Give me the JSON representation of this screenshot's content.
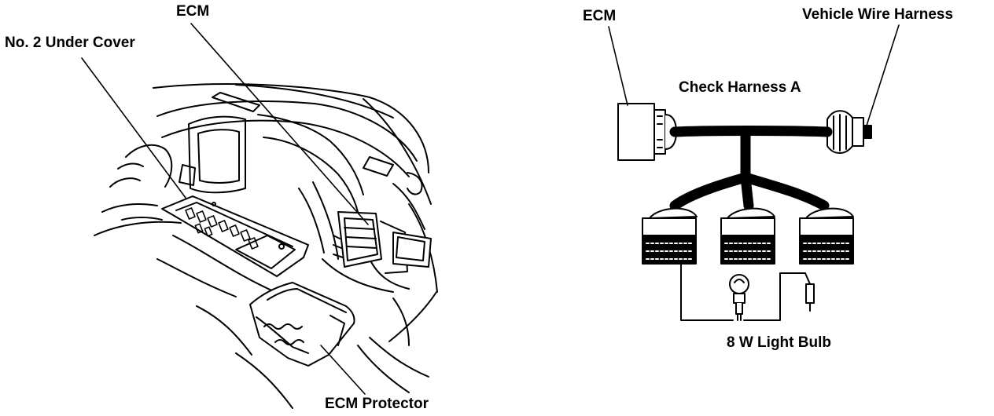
{
  "labels": {
    "left": {
      "under_cover": "No. 2 Under Cover",
      "ecm": "ECM",
      "ecm_protector": "ECM Protector"
    },
    "right": {
      "ecm": "ECM",
      "vehicle_wire_harness": "Vehicle Wire Harness",
      "check_harness": "Check Harness A",
      "light_bulb": "8 W Light Bulb"
    }
  }
}
